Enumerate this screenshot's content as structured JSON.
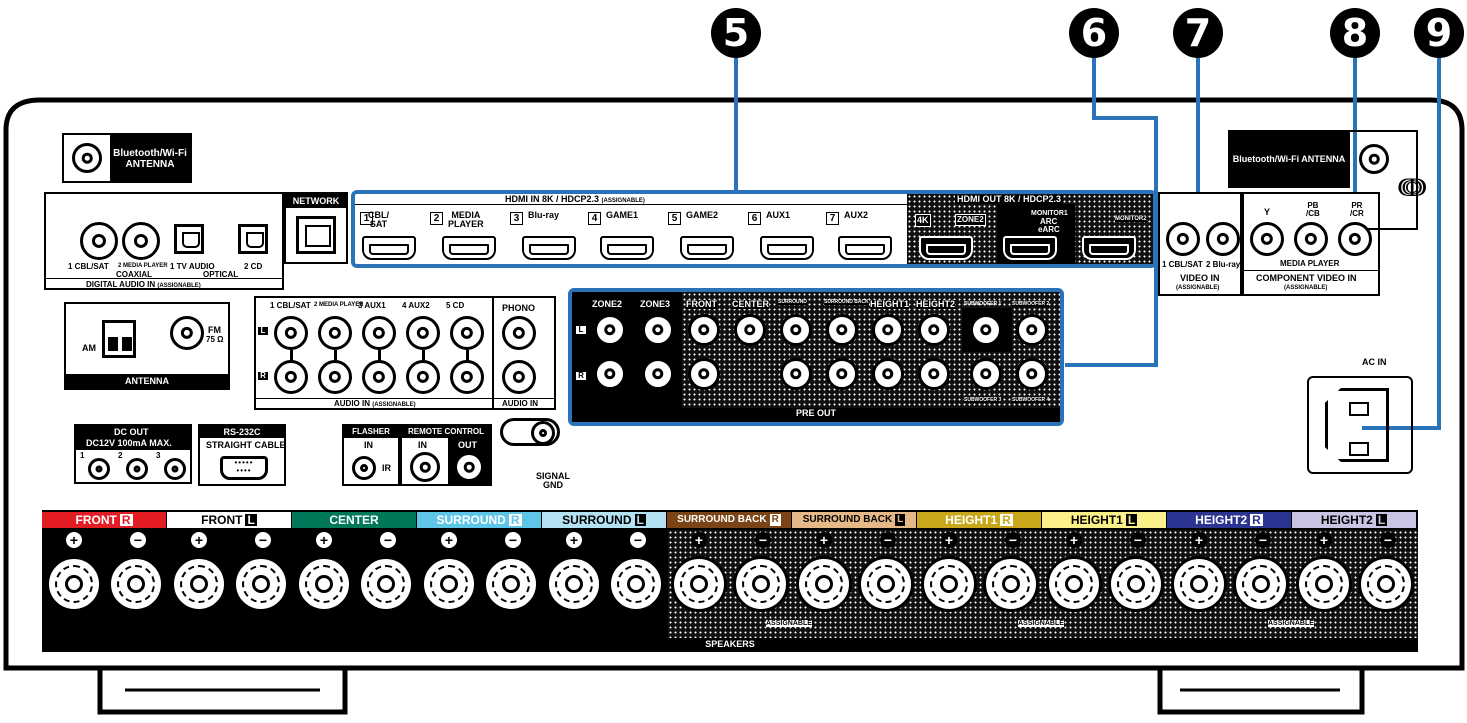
{
  "callouts": [
    "5",
    "6",
    "7",
    "8",
    "9"
  ],
  "antenna_bt": {
    "line1": "Bluetooth/Wi-Fi",
    "line2": "ANTENNA"
  },
  "antenna_bt_right": "Bluetooth/Wi-Fi ANTENNA",
  "network": "NETWORK",
  "digital_audio": {
    "coax": [
      "1 CBL/SAT",
      "2 MEDIA PLAYER"
    ],
    "optical": [
      "1 TV AUDIO",
      "2 CD"
    ],
    "coax_label": "COAXIAL",
    "optical_label": "OPTICAL",
    "section": "DIGITAL AUDIO IN",
    "assignable": "(ASSIGNABLE)"
  },
  "hdmi_in": {
    "title": "HDMI IN 8K / HDCP2.3",
    "assignable": "(ASSIGNABLE)",
    "inputs": [
      {
        "num": "1",
        "label": "CBL/\nSAT"
      },
      {
        "num": "2",
        "label": "MEDIA\nPLAYER"
      },
      {
        "num": "3",
        "label": "Blu-ray"
      },
      {
        "num": "4",
        "label": "GAME1"
      },
      {
        "num": "5",
        "label": "GAME2"
      },
      {
        "num": "6",
        "label": "AUX1"
      },
      {
        "num": "7",
        "label": "AUX2"
      }
    ]
  },
  "hdmi_out": {
    "title": "HDMI OUT 8K / HDCP2.3",
    "k4": "4K",
    "zone2": "ZONE2",
    "monitor1": "MONITOR1",
    "arc": "ARC",
    "earc": "eARC",
    "monitor2": "MONITOR2"
  },
  "video_in": {
    "inputs": [
      "1 CBL/SAT",
      "2 Blu-ray"
    ],
    "label": "VIDEO IN",
    "assignable": "(ASSIGNABLE)"
  },
  "component": {
    "y": "Y",
    "pb": "PB\n/CB",
    "pr": "PR\n/CR",
    "player": "MEDIA PLAYER",
    "label": "COMPONENT VIDEO IN",
    "assignable": "(ASSIGNABLE)"
  },
  "antenna": {
    "am": "AM",
    "fm": "FM",
    "ohm": "75 Ω",
    "label": "ANTENNA"
  },
  "audio_in": {
    "inputs": [
      "1 CBL/SAT",
      "2 MEDIA PLAYER",
      "3 AUX1",
      "4 AUX2",
      "5 CD"
    ],
    "phono": "PHONO",
    "label": "AUDIO IN",
    "assignable": "(ASSIGNABLE)",
    "phono_label": "AUDIO IN",
    "l": "L",
    "r": "R"
  },
  "pre_out": {
    "zones": [
      "ZONE2",
      "ZONE3"
    ],
    "channels": [
      "FRONT",
      "CENTER",
      "SURROUND",
      "SURROUND BACK",
      "HEIGHT1",
      "HEIGHT2"
    ],
    "sub1": "SUBWOOFER 1",
    "sub2": "SUBWOOFER 2",
    "sub3": "SUBWOOFER 3",
    "sub4": "SUBWOOFER 4",
    "label": "PRE OUT"
  },
  "ac_in": "AC IN",
  "dc_out": {
    "title": "DC OUT",
    "spec": "DC12V 100mA MAX.",
    "nums": [
      "1",
      "2",
      "3"
    ]
  },
  "rs232c": {
    "title": "RS-232C",
    "sub": "STRAIGHT CABLE"
  },
  "flasher": {
    "title": "FLASHER",
    "in": "IN",
    "ir": "IR"
  },
  "remote": {
    "title": "REMOTE CONTROL",
    "in": "IN",
    "out": "OUT"
  },
  "signal_gnd": "SIGNAL\nGND",
  "speakers": {
    "channels": [
      {
        "label": "FRONT",
        "side": "R",
        "color": "#e31d23",
        "text": "#ffffff"
      },
      {
        "label": "FRONT",
        "side": "L",
        "color": "#ffffff",
        "text": "#000000"
      },
      {
        "label": "CENTER",
        "side": "",
        "color": "#00795a",
        "text": "#ffffff"
      },
      {
        "label": "SURROUND",
        "side": "R",
        "color": "#5ec7e8",
        "text": "#ffffff"
      },
      {
        "label": "SURROUND",
        "side": "L",
        "color": "#b5e2f3",
        "text": "#000000"
      },
      {
        "label": "SURROUND BACK",
        "side": "R",
        "color": "#7a4416",
        "text": "#ffffff"
      },
      {
        "label": "SURROUND BACK",
        "side": "L",
        "color": "#e5b887",
        "text": "#000000"
      },
      {
        "label": "HEIGHT1",
        "side": "R",
        "color": "#c9a71a",
        "text": "#ffffff"
      },
      {
        "label": "HEIGHT1",
        "side": "L",
        "color": "#fbf08a",
        "text": "#000000"
      },
      {
        "label": "HEIGHT2",
        "side": "R",
        "color": "#2b3591",
        "text": "#ffffff"
      },
      {
        "label": "HEIGHT2",
        "side": "L",
        "color": "#c9c4e3",
        "text": "#000000"
      }
    ],
    "assignable": "ASSIGNABLE",
    "label": "SPEAKERS",
    "plus": "+",
    "minus": "−"
  },
  "colors": {
    "highlight": "#2a73b8",
    "panel": "#000000"
  }
}
